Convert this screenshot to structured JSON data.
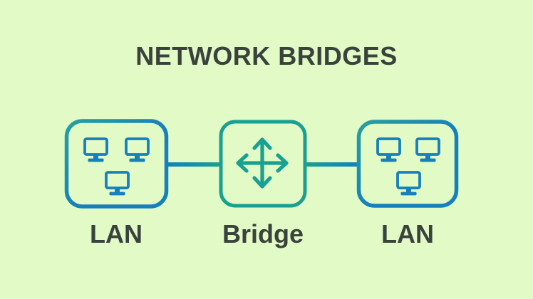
{
  "title": "NETWORK BRIDGES",
  "diagram": {
    "nodes": [
      {
        "id": "lan-left",
        "label": "LAN",
        "icon": "computers-icon"
      },
      {
        "id": "bridge",
        "label": "Bridge",
        "icon": "four-way-arrow-icon"
      },
      {
        "id": "lan-right",
        "label": "LAN",
        "icon": "computers-icon"
      }
    ],
    "connections": [
      {
        "from": "lan-left",
        "to": "bridge"
      },
      {
        "from": "bridge",
        "to": "lan-right"
      }
    ]
  },
  "colors": {
    "background": "#e1fac6",
    "blue": "#1580bc",
    "teal": "#1aa092",
    "lan_gradient_start": "#27a0a0",
    "text": "#3a423c"
  }
}
